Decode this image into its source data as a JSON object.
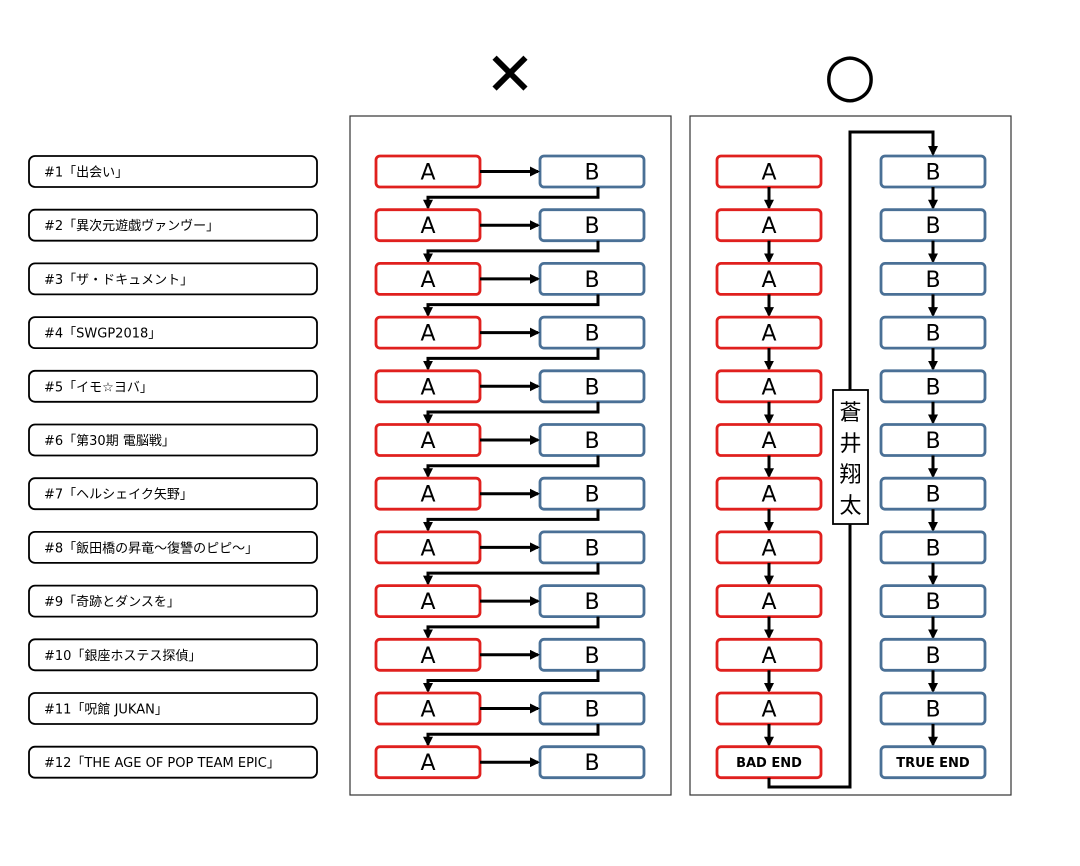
{
  "marks": {
    "wrong": "✕",
    "right": "○"
  },
  "episodes": [
    "#1「出会い」",
    "#2「異次元遊戯ヴァンヴー」",
    "#3「ザ・ドキュメント」",
    "#4「SWGP2018」",
    "#5「イモ☆ヨバ」",
    "#6「第30期 電脳戦」",
    "#7「ヘルシェイク矢野」",
    "#8「飯田橋の昇竜～復讐のピピ～」",
    "#9「奇跡とダンスを」",
    "#10「銀座ホステス探偵」",
    "#11「呪館 JUKAN」",
    "#12「THE AGE OF POP TEAM EPIC」"
  ],
  "box_a_label": "A",
  "box_b_label": "B",
  "bad_end_label": "BAD END",
  "true_end_label": "TRUE END",
  "vertical_label": [
    "蒼",
    "井",
    "翔",
    "太"
  ],
  "colors": {
    "red": "#e0201e",
    "blue": "#4a7096",
    "line": "#000000",
    "panel_border": "#333333"
  }
}
